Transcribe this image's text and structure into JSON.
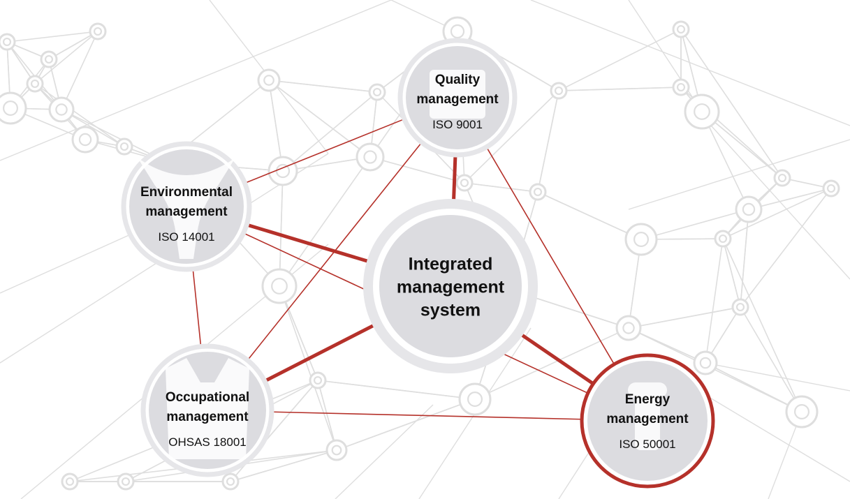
{
  "diagram": {
    "center": {
      "title": "Integrated\nmanagement\nsystem"
    },
    "nodes": [
      {
        "id": "quality",
        "title": "Quality\nmanagement",
        "standard": "ISO 9001",
        "icon": "one-icon"
      },
      {
        "id": "environmental",
        "title": "Environmental\nmanagement",
        "standard": "ISO 14001",
        "icon": "leaf-icon"
      },
      {
        "id": "occupational",
        "title": "Occupational\nmanagement",
        "standard": "OHSAS 18001",
        "icon": "jacket-icon"
      },
      {
        "id": "energy",
        "title": "Energy\nmanagement",
        "standard": "ISO 50001",
        "icon": "bulb-icon",
        "highlighted": true
      }
    ],
    "colors": {
      "link": "#b5312a",
      "node_fill": "#dcdce0",
      "node_ring": "#e6e6e9",
      "network": "#dedede",
      "highlight_ring": "#b5312a"
    }
  }
}
